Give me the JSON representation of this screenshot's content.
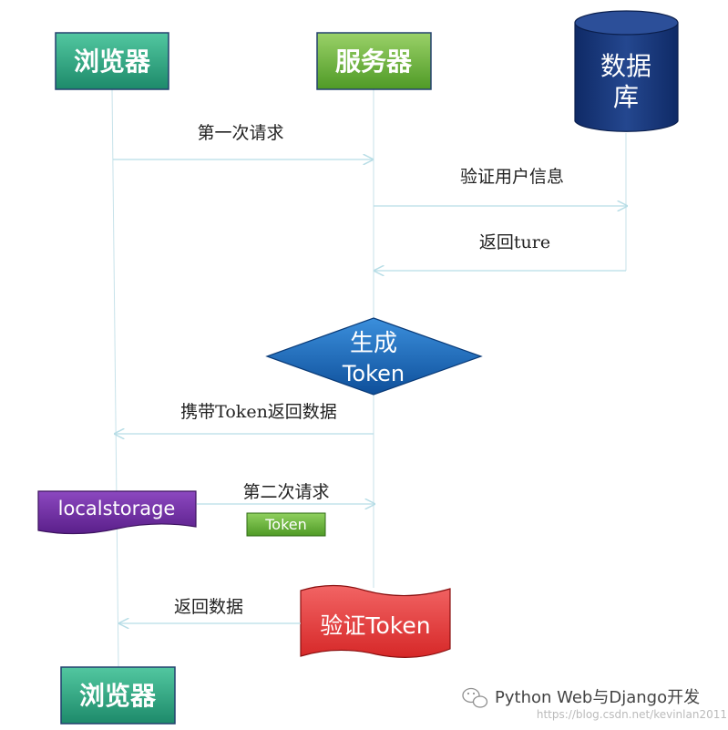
{
  "participants": {
    "browser_top": "浏览器",
    "server": "服务器",
    "database_line1": "数据",
    "database_line2": "库",
    "browser_bottom": "浏览器"
  },
  "messages": {
    "first_request": "第一次请求",
    "verify_user": "验证用户信息",
    "return_true": "返回ture",
    "carry_token_return": "携带Token返回数据",
    "second_request": "第二次请求",
    "return_data": "返回数据"
  },
  "steps": {
    "generate_line1": "生成",
    "generate_line2": "Token",
    "localstorage": "localstorage",
    "token_tag": "Token",
    "verify_token": "验证Token"
  },
  "watermark": {
    "brand": "Python Web与Django开发",
    "url": "https://blog.csdn.net/kevinlan2011"
  },
  "colors": {
    "browser": "#2ea380",
    "server": "#6cb539",
    "database": "#1c3a7a",
    "diamond": "#1d6fc2",
    "localstorage": "#7030a0",
    "token_tag": "#5fae3a",
    "verify_token": "#e03a3a",
    "arrow": "#b7dde6"
  }
}
